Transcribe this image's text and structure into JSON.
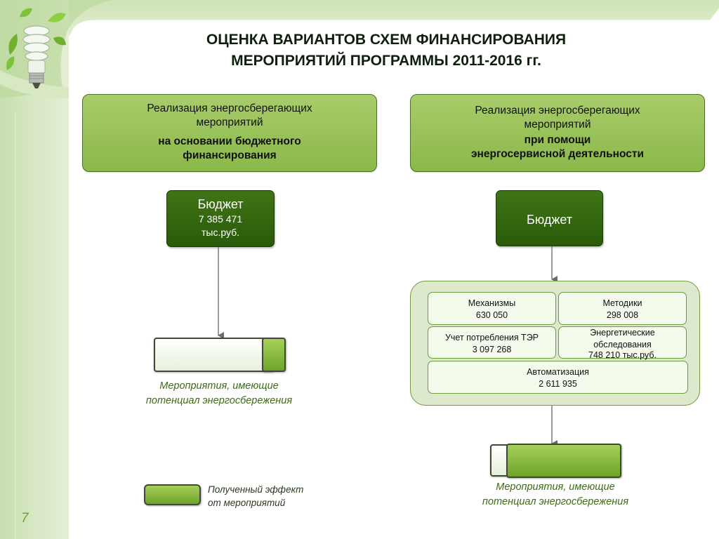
{
  "title": {
    "line1": "ОЦЕНКА ВАРИАНТОВ СХЕМ ФИНАНСИРОВАНИЯ",
    "line2": "МЕРОПРИЯТИЙ ПРОГРАММЫ 2011-2016 гг."
  },
  "left": {
    "header": {
      "line1": "Реализация энергосберегающих",
      "line2": "мероприятий",
      "bold1": "на основании бюджетного",
      "bold2": "финансирования"
    },
    "budget": {
      "label": "Бюджет",
      "value": "7 385 471",
      "unit": "тыс.руб."
    },
    "caption": {
      "line1": "Мероприятия, имеющие",
      "line2": "потенциал энергосбережения"
    }
  },
  "right": {
    "header": {
      "line1": "Реализация энергосберегающих",
      "line2": "мероприятий",
      "bold1": "при помощи",
      "bold2": "энергосервисной деятельности"
    },
    "budget": {
      "label": "Бюджет"
    },
    "items": {
      "mechanisms": {
        "name": "Механизмы",
        "value": "630 050"
      },
      "methods": {
        "name": "Методики",
        "value": "298 008"
      },
      "accounting": {
        "name": "Учет потребления ТЭР",
        "value": "3 097 268"
      },
      "audit": {
        "name1": "Энергетические",
        "name2": "обследования",
        "value": "748 210 тыс.руб."
      },
      "automation": {
        "name": "Автоматизация",
        "value": "2 611 935"
      }
    },
    "caption": {
      "line1": "Мероприятия, имеющие",
      "line2": "потенциал энергосбережения"
    }
  },
  "legend": {
    "line1": "Полученный эффект",
    "line2": "от мероприятий"
  },
  "page_number": "7",
  "colors": {
    "accent_green": "#8ab84a",
    "dark_green": "#2f6110",
    "caption_green": "#3d6b16",
    "page_number_green": "#6fa32e"
  }
}
